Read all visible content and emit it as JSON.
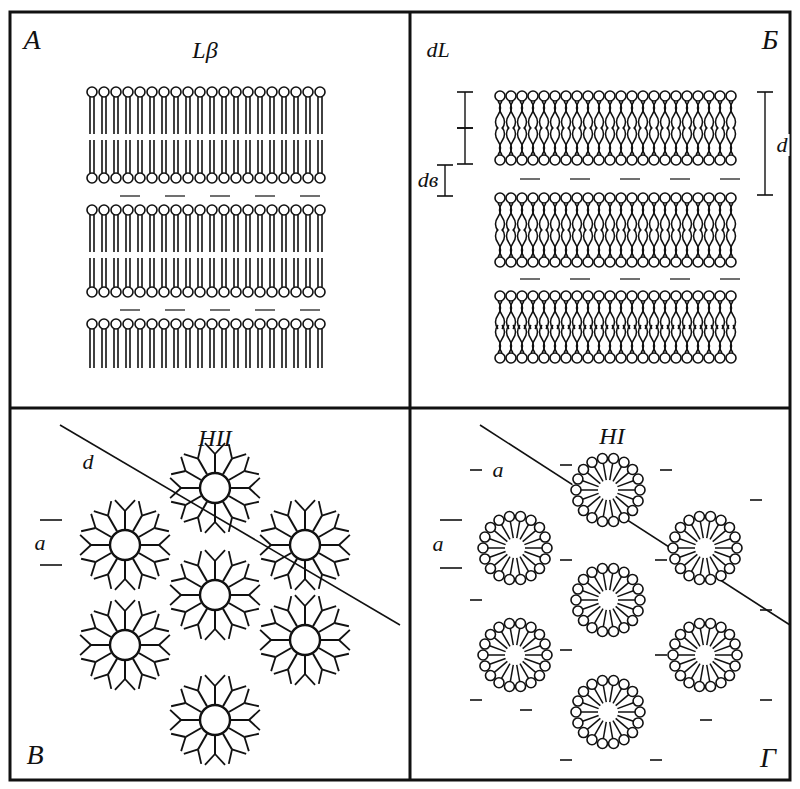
{
  "diagram": {
    "labels": [
      "А",
      "Lβ",
      "Б",
      "dL",
      "d",
      "dв",
      "HII",
      "d",
      "a",
      "В",
      "HI",
      "a",
      "a",
      "Г"
    ]
  }
}
